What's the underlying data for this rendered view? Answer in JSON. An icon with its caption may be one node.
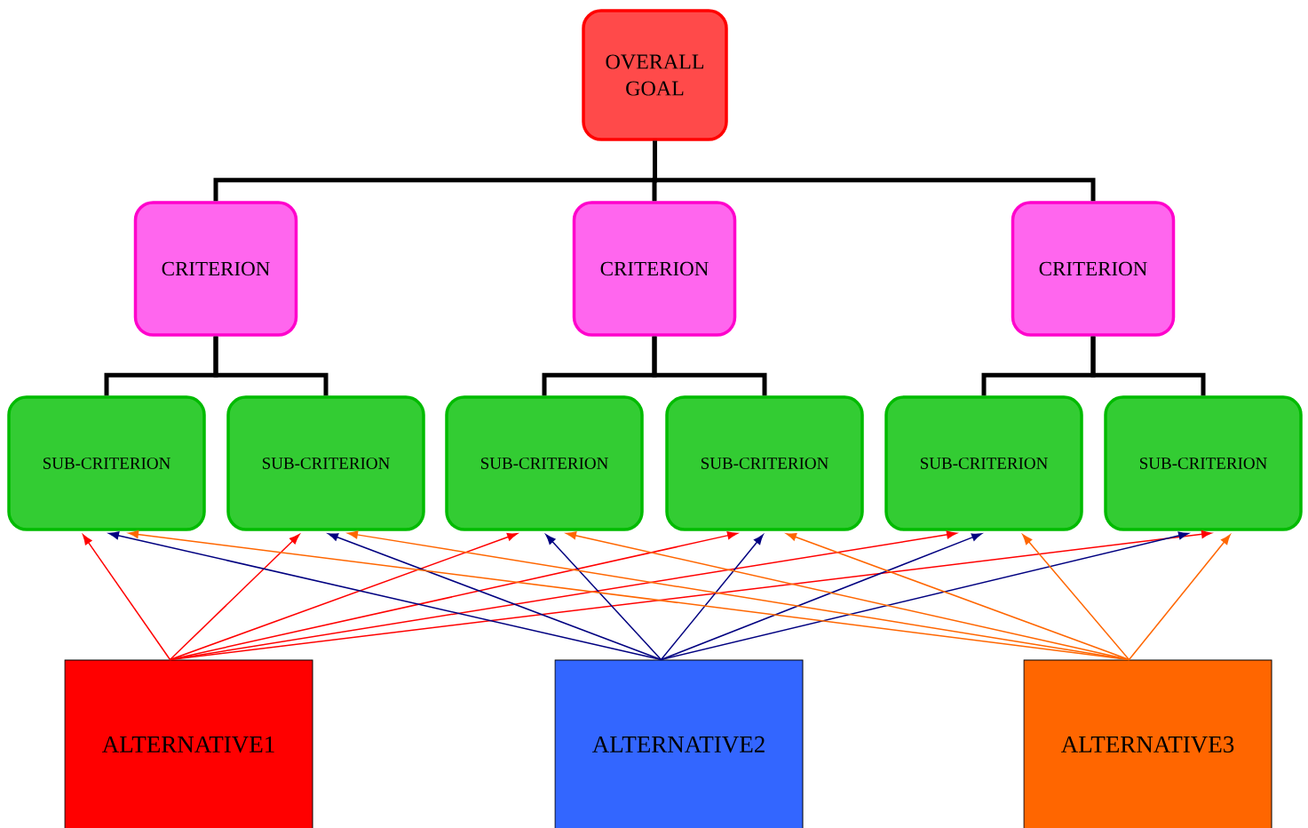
{
  "diagram": {
    "nodes": [
      {
        "text": [
          "OVERALL GOAL"
        ]
      },
      {
        "text": [
          "CRITERION"
        ]
      },
      {
        "text": [
          "CRITERION"
        ]
      },
      {
        "text": [
          "CRITERION"
        ]
      },
      {
        "text": [
          "SUB-CRITERION"
        ]
      },
      {
        "text": [
          "SUB-CRITERION"
        ]
      },
      {
        "text": [
          "SUB-CRITERION"
        ]
      },
      {
        "text": [
          "SUB-CRITERION"
        ]
      },
      {
        "text": [
          "SUB-CRITERION"
        ]
      },
      {
        "text": [
          "SUB-CRITERION"
        ]
      },
      {
        "text": [
          "ALTERNATIVE1"
        ]
      },
      {
        "text": [
          "ALTERNATIVE2"
        ]
      },
      {
        "text": [
          "ALTERNATIVE3"
        ]
      }
    ],
    "edges": [
      {
        "from": 0,
        "to": 1,
        "arrow": "none",
        "style": "thick"
      },
      {
        "from": 0,
        "to": 2,
        "arrow": "none",
        "style": "thick"
      },
      {
        "from": 0,
        "to": 3,
        "arrow": "none",
        "style": "thick"
      },
      {
        "from": 1,
        "to": 4,
        "arrow": "none",
        "style": "thick"
      },
      {
        "from": 1,
        "to": 5,
        "arrow": "none",
        "style": "thick"
      },
      {
        "from": 2,
        "to": 6,
        "arrow": "none",
        "style": "thick"
      },
      {
        "from": 2,
        "to": 7,
        "arrow": "none",
        "style": "thick"
      },
      {
        "from": 3,
        "to": 8,
        "arrow": "none",
        "style": "thick"
      },
      {
        "from": 3,
        "to": 9,
        "arrow": "none",
        "style": "thick"
      },
      {
        "from": 10,
        "to": 4,
        "arrow": "to",
        "color": "#ff0000"
      },
      {
        "from": 10,
        "to": 5,
        "arrow": "to",
        "color": "#ff0000"
      },
      {
        "from": 10,
        "to": 6,
        "arrow": "to",
        "color": "#ff0000"
      },
      {
        "from": 10,
        "to": 7,
        "arrow": "to",
        "color": "#ff0000"
      },
      {
        "from": 10,
        "to": 8,
        "arrow": "to",
        "color": "#ff0000"
      },
      {
        "from": 10,
        "to": 9,
        "arrow": "to",
        "color": "#ff0000"
      },
      {
        "from": 11,
        "to": 4,
        "arrow": "to",
        "color": "#000080"
      },
      {
        "from": 11,
        "to": 5,
        "arrow": "to",
        "color": "#000080"
      },
      {
        "from": 11,
        "to": 6,
        "arrow": "to",
        "color": "#000080"
      },
      {
        "from": 11,
        "to": 7,
        "arrow": "to",
        "color": "#000080"
      },
      {
        "from": 11,
        "to": 8,
        "arrow": "to",
        "color": "#000080"
      },
      {
        "from": 11,
        "to": 9,
        "arrow": "to",
        "color": "#000080"
      },
      {
        "from": 12,
        "to": 4,
        "arrow": "to",
        "color": "#ff6600"
      },
      {
        "from": 12,
        "to": 5,
        "arrow": "to",
        "color": "#ff6600"
      },
      {
        "from": 12,
        "to": 6,
        "arrow": "to",
        "color": "#ff6600"
      },
      {
        "from": 12,
        "to": 7,
        "arrow": "to",
        "color": "#ff6600"
      },
      {
        "from": 12,
        "to": 8,
        "arrow": "to",
        "color": "#ff6600"
      },
      {
        "from": 12,
        "to": 9,
        "arrow": "to",
        "color": "#ff6600"
      }
    ]
  }
}
